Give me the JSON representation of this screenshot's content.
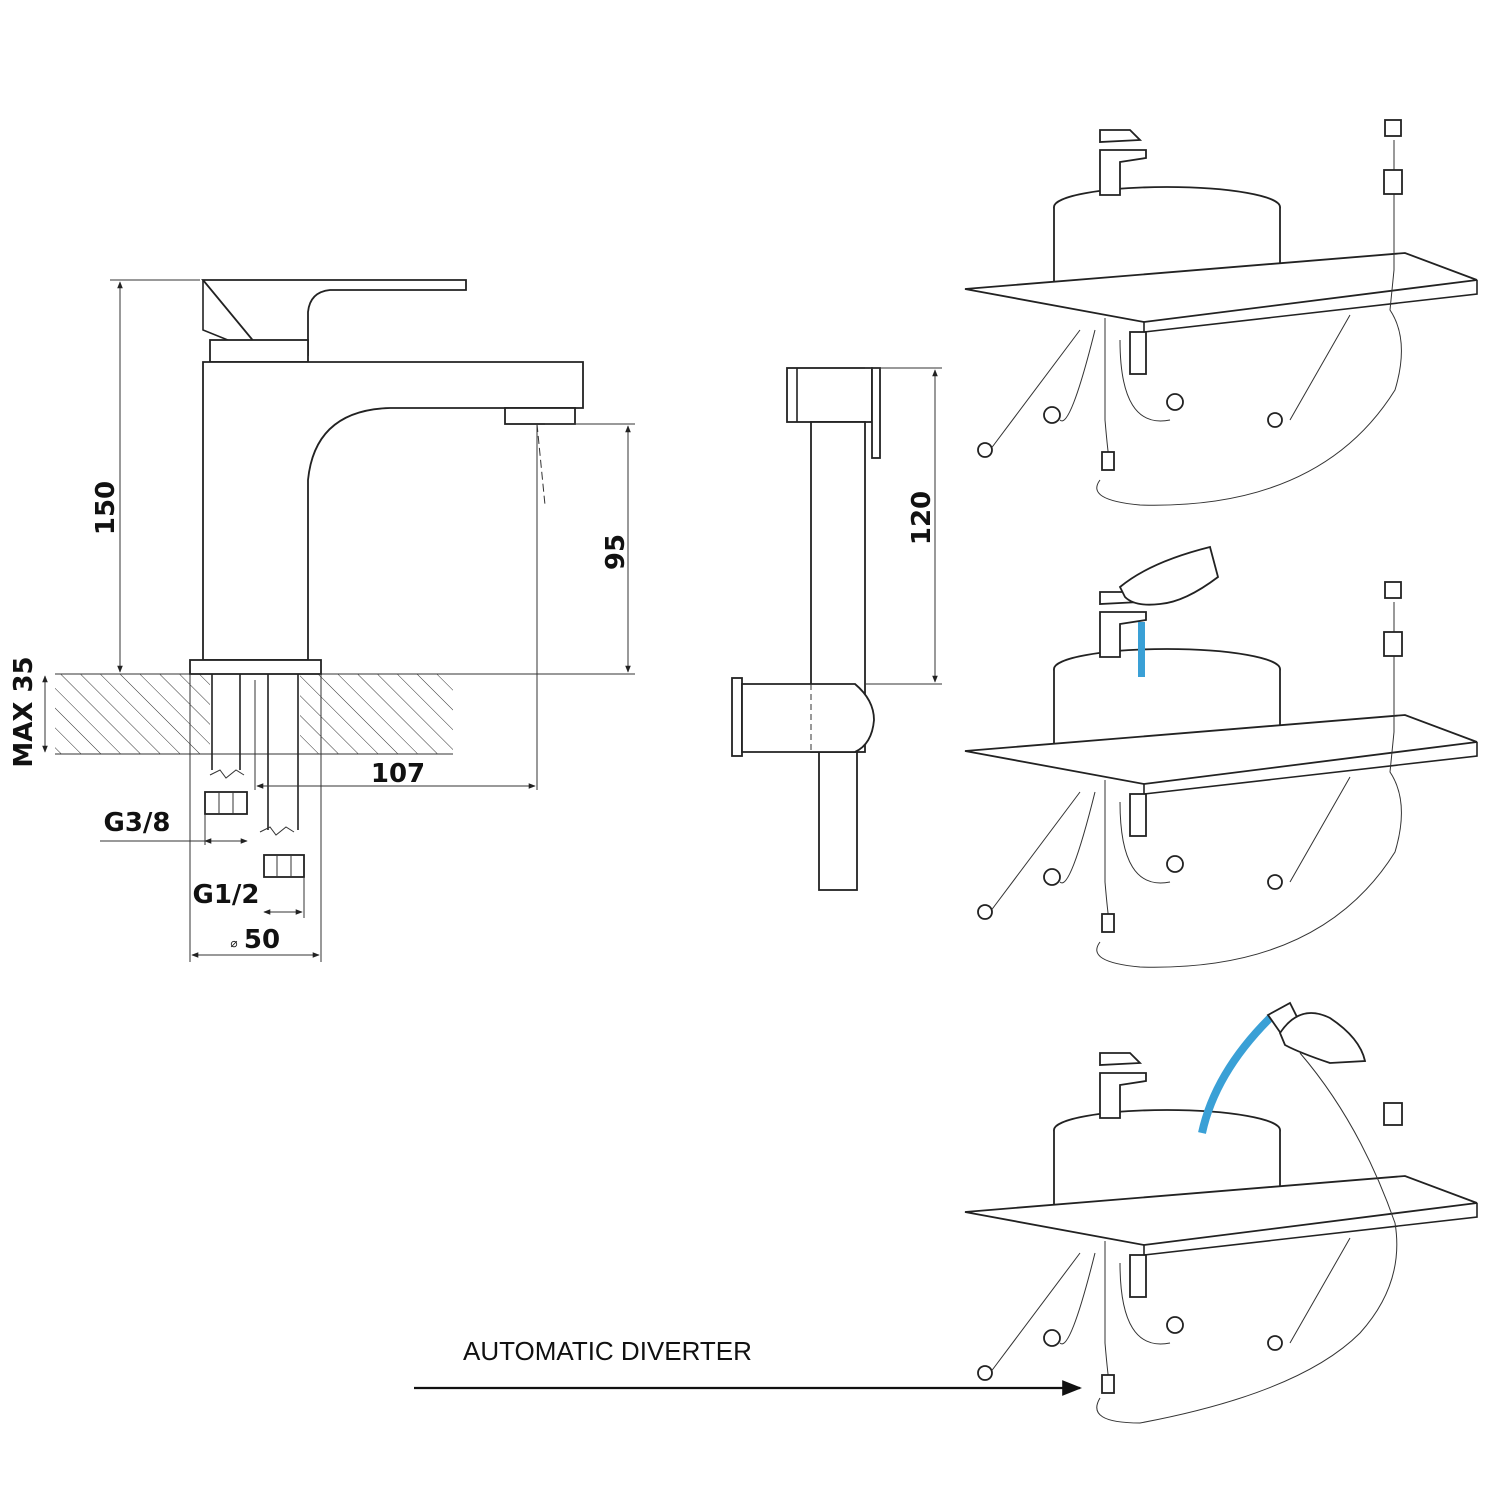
{
  "dimensions": {
    "tap_height": "150",
    "spout_height": "95",
    "max_thickness": "MAX 35",
    "spout_reach": "107",
    "cold_thread": "G3/8",
    "hot_thread": "G1/2",
    "base_diameter": "50",
    "diameter_symbol": "⌀",
    "shower_height": "120"
  },
  "annotation": {
    "diverter_label": "AUTOMATIC DIVERTER"
  },
  "colors": {
    "water": "#3aa0d6",
    "line": "#222222"
  },
  "icons": [
    "faucet-icon",
    "hand-icon",
    "bidet-sprayer-icon",
    "wash-basin-icon",
    "angle-valve-icon"
  ]
}
